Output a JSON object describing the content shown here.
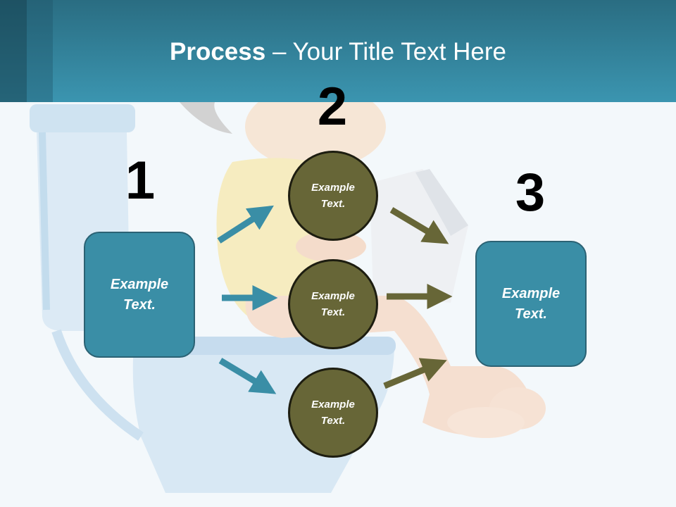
{
  "title": {
    "bold": "Process",
    "rest": " – Your Title Text Here"
  },
  "steps": [
    {
      "number": "1",
      "text_line1": "Example",
      "text_line2": "Text."
    },
    {
      "number": "2"
    },
    {
      "number": "3",
      "text_line1": "Example",
      "text_line2": "Text."
    }
  ],
  "circles": [
    {
      "text_line1": "Example",
      "text_line2": "Text."
    },
    {
      "text_line1": "Example",
      "text_line2": "Text."
    },
    {
      "text_line1": "Example",
      "text_line2": "Text."
    }
  ],
  "colors": {
    "header": "#3b95b0",
    "box_fill": "#3a8ea6",
    "circle_fill": "#676637",
    "arrow_teal": "#3a8ea6",
    "arrow_olive": "#676637"
  }
}
